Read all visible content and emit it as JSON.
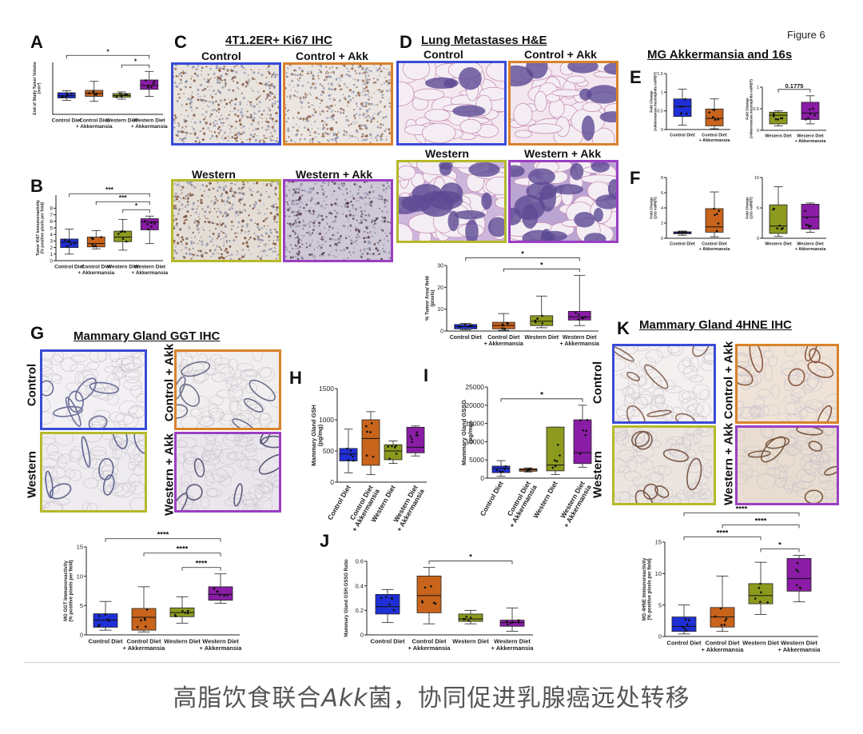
{
  "figure_label": "Figure 6",
  "colors": {
    "control": "#1f2fd6",
    "control_akk": "#c8641b",
    "western": "#8c9a1e",
    "western_akk": "#8a1ca6",
    "frame_control": "#3a4bd6",
    "frame_control_akk": "#d9822b",
    "frame_western": "#b5b92a",
    "frame_western_akk": "#9a3fc4"
  },
  "panels": {
    "A": {
      "letter": "A"
    },
    "B": {
      "letter": "B"
    },
    "C": {
      "letter": "C",
      "title": "4T1.2ER+ Ki67 IHC",
      "labels": [
        "Control",
        "Control + Akk",
        "Western",
        "Western + Akk"
      ]
    },
    "D": {
      "letter": "D",
      "title": "Lung Metastases H&E",
      "labels": [
        "Control",
        "Control + Akk",
        "Western",
        "Western + Akk"
      ]
    },
    "E": {
      "letter": "E",
      "title": "MG Akkermansia and 16s"
    },
    "F": {
      "letter": "F"
    },
    "G": {
      "letter": "G",
      "title": "Mammary Gland GGT IHC",
      "labels": [
        "Control",
        "Control + Akk",
        "Western",
        "Western + Akk"
      ]
    },
    "H": {
      "letter": "H"
    },
    "I": {
      "letter": "I"
    },
    "J": {
      "letter": "J"
    },
    "K": {
      "letter": "K",
      "title": "Mammary Gland 4HNE IHC",
      "labels": [
        "Control",
        "Control + Akk",
        "Western",
        "Western + Akk"
      ]
    }
  },
  "chart_data": [
    {
      "id": "A",
      "type": "box",
      "ylabel": "End of Study Tumor Volume (mm³)",
      "categories": [
        "Control Diet",
        "Control Diet + Akkermansia",
        "Western Diet",
        "Western Diet + Akkermansia"
      ],
      "series": [
        {
          "min": 700,
          "q1": 820,
          "median": 930,
          "q3": 1080,
          "max": 1180
        },
        {
          "min": 650,
          "q1": 900,
          "median": 1050,
          "q3": 1200,
          "max": 1650
        },
        {
          "min": 760,
          "q1": 860,
          "median": 940,
          "q3": 1040,
          "max": 1120
        },
        {
          "min": 900,
          "q1": 1250,
          "median": 1450,
          "q3": 1720,
          "max": 2150
        }
      ],
      "ylim": [
        0,
        2600
      ],
      "ticks": [],
      "sig": [
        {
          "from": 0,
          "to": 3,
          "label": "*"
        },
        {
          "from": 2,
          "to": 3,
          "label": "*"
        }
      ]
    },
    {
      "id": "B",
      "type": "box",
      "ylabel": "Tumor Ki67 Immunoreactivity (% positive pixels per field)",
      "categories": [
        "Control Diet",
        "Control Diet + Akkermansia",
        "Western Diet",
        "Western Diet + Akkermansia"
      ],
      "series": [
        {
          "min": 1.0,
          "q1": 2.0,
          "median": 2.8,
          "q3": 3.3,
          "max": 4.8
        },
        {
          "min": 1.8,
          "q1": 2.1,
          "median": 2.6,
          "q3": 3.6,
          "max": 4.6
        },
        {
          "min": 1.6,
          "q1": 2.9,
          "median": 3.6,
          "q3": 4.5,
          "max": 6.3
        },
        {
          "min": 2.6,
          "q1": 4.7,
          "median": 5.9,
          "q3": 6.4,
          "max": 6.8
        }
      ],
      "ylim": [
        0,
        10
      ],
      "ticks": [
        0,
        1,
        2,
        3,
        4,
        5,
        6,
        7,
        8
      ],
      "sig": [
        {
          "from": 0,
          "to": 3,
          "label": "***"
        },
        {
          "from": 1,
          "to": 3,
          "label": "***"
        },
        {
          "from": 2,
          "to": 3,
          "label": "*"
        }
      ]
    },
    {
      "id": "D",
      "type": "box",
      "ylabel": "% Tumor Area/ field (pixels)",
      "categories": [
        "Control Diet",
        "Control Diet + Akkermansia",
        "Western Diet",
        "Western Diet + Akkermansia"
      ],
      "series": [
        {
          "min": 0.5,
          "q1": 1.0,
          "median": 2.0,
          "q3": 3.0,
          "max": 3.5
        },
        {
          "min": 0.3,
          "q1": 1.0,
          "median": 2.5,
          "q3": 4.0,
          "max": 8.0
        },
        {
          "min": 1.5,
          "q1": 2.5,
          "median": 4.5,
          "q3": 7.0,
          "max": 16.0
        },
        {
          "min": 2.5,
          "q1": 5.0,
          "median": 6.5,
          "q3": 9.0,
          "max": 25.5
        }
      ],
      "ylim": [
        0,
        30
      ],
      "ticks": [
        0,
        10,
        20,
        30
      ],
      "sig": [
        {
          "from": 0,
          "to": 3,
          "label": "*"
        },
        {
          "from": 1,
          "to": 3,
          "label": "*"
        }
      ]
    },
    {
      "id": "E1",
      "type": "box",
      "ylabel": "Fold Change (Akkermansia muciniphila vs/PBT)",
      "categories": [
        "Control Diet",
        "Control Diet + Akkermansia"
      ],
      "series": [
        {
          "min": 0.12,
          "q1": 0.35,
          "median": 0.62,
          "q3": 0.82,
          "max": 1.08
        },
        {
          "min": 0.02,
          "q1": 0.1,
          "median": 0.3,
          "q3": 0.55,
          "max": 0.82
        }
      ],
      "ylim": [
        0,
        1.5
      ],
      "ticks": [
        0,
        0.5,
        1.0,
        1.5
      ],
      "sig": []
    },
    {
      "id": "E2",
      "type": "box",
      "ylabel": "Fold Change (Akkermansia muciniphila vs/PBT)",
      "categories": [
        "Western Diet",
        "Western Diet + Akkermansia"
      ],
      "series": [
        {
          "min": 0.1,
          "q1": 0.15,
          "median": 0.35,
          "q3": 0.42,
          "max": 0.45
        },
        {
          "min": 0.15,
          "q1": 0.25,
          "median": 0.4,
          "q3": 0.65,
          "max": 0.8
        }
      ],
      "ylim": [
        0,
        1.0
      ],
      "ticks": [
        0,
        0.5,
        1.0
      ],
      "sig": [
        {
          "from": 0,
          "to": 1,
          "label": "0.1775"
        }
      ]
    },
    {
      "id": "F1",
      "type": "box",
      "ylabel": "Fold Change (16S vs/PBT)",
      "categories": [
        "Control Diet",
        "Control Diet + Akkermansia"
      ],
      "series": [
        {
          "min": 0.4,
          "q1": 0.6,
          "median": 0.7,
          "q3": 0.85,
          "max": 0.95
        },
        {
          "min": 0.2,
          "q1": 0.8,
          "median": 1.5,
          "q3": 3.9,
          "max": 6.1
        }
      ],
      "ylim": [
        0,
        8
      ],
      "ticks": [
        0,
        2,
        4,
        6,
        8
      ],
      "sig": []
    },
    {
      "id": "F2",
      "type": "box",
      "ylabel": "Fold Change (16S vs/PBT)",
      "categories": [
        "Western Diet",
        "Western Diet + Akkermansia"
      ],
      "series": [
        {
          "min": 0.3,
          "q1": 0.8,
          "median": 2.0,
          "q3": 5.5,
          "max": 8.5
        },
        {
          "min": 1.0,
          "q1": 1.5,
          "median": 3.5,
          "q3": 5.6,
          "max": 5.8
        }
      ],
      "ylim": [
        0,
        10
      ],
      "ticks": [
        0,
        5,
        10
      ],
      "sig": []
    },
    {
      "id": "G",
      "type": "box",
      "ylabel": "MG GGT Immunoreactivity (% positive pixels per field)",
      "categories": [
        "Control Diet",
        "Control Diet + Akkermansia",
        "Western Diet",
        "Western Diet + Akkermansia"
      ],
      "series": [
        {
          "min": 0.8,
          "q1": 1.3,
          "median": 2.5,
          "q3": 3.6,
          "max": 5.7
        },
        {
          "min": 0.5,
          "q1": 0.8,
          "median": 3.0,
          "q3": 4.5,
          "max": 8.2
        },
        {
          "min": 2.0,
          "q1": 3.1,
          "median": 3.8,
          "q3": 4.6,
          "max": 6.5
        },
        {
          "min": 5.4,
          "q1": 5.9,
          "median": 6.9,
          "q3": 8.2,
          "max": 10.4
        }
      ],
      "ylim": [
        0,
        15
      ],
      "ticks": [
        0,
        5,
        10,
        15
      ],
      "sig": [
        {
          "from": 0,
          "to": 3,
          "label": "****"
        },
        {
          "from": 1,
          "to": 3,
          "label": "****"
        },
        {
          "from": 2,
          "to": 3,
          "label": "****"
        }
      ]
    },
    {
      "id": "H",
      "type": "box",
      "ylabel": "Mammary Gland GSH (pg/mg)",
      "categories": [
        "Control Diet",
        "Control Diet + Akkermansia",
        "Western Diet",
        "Western Diet + Akkermansia"
      ],
      "series": [
        {
          "min": 150,
          "q1": 340,
          "median": 450,
          "q3": 540,
          "max": 850
        },
        {
          "min": 120,
          "q1": 270,
          "median": 700,
          "q3": 1000,
          "max": 1130
        },
        {
          "min": 300,
          "q1": 360,
          "median": 500,
          "q3": 600,
          "max": 660
        },
        {
          "min": 420,
          "q1": 470,
          "median": 560,
          "q3": 880,
          "max": 900
        }
      ],
      "ylim": [
        0,
        1500
      ],
      "ticks": [
        0,
        500,
        1000,
        1500
      ],
      "sig": []
    },
    {
      "id": "I",
      "type": "box",
      "ylabel": "Mammary Gland GSSG (pg/mg)",
      "categories": [
        "Control Diet",
        "Control Diet + Akkermansia",
        "Western Diet",
        "Western Diet + Akkermansia"
      ],
      "series": [
        {
          "min": 500,
          "q1": 1500,
          "median": 2700,
          "q3": 3300,
          "max": 4800
        },
        {
          "min": 1700,
          "q1": 1900,
          "median": 2300,
          "q3": 2600,
          "max": 2800
        },
        {
          "min": 1000,
          "q1": 2000,
          "median": 3600,
          "q3": 14000,
          "max": 14000
        },
        {
          "min": 3000,
          "q1": 4000,
          "median": 7000,
          "q3": 16000,
          "max": 20000
        }
      ],
      "ylim": [
        0,
        25000
      ],
      "ticks": [
        0,
        5000,
        10000,
        15000,
        20000,
        25000
      ],
      "sig": [
        {
          "from": 0,
          "to": 3,
          "label": "*"
        }
      ]
    },
    {
      "id": "J",
      "type": "box",
      "ylabel": "Mammary Gland GSH:GSSG Ratio",
      "categories": [
        "Control Diet",
        "Control Diet + Akkermansia",
        "Western Diet",
        "Western Diet + Akkermansia"
      ],
      "series": [
        {
          "min": 0.1,
          "q1": 0.17,
          "median": 0.23,
          "q3": 0.33,
          "max": 0.37
        },
        {
          "min": 0.09,
          "q1": 0.18,
          "median": 0.32,
          "q3": 0.48,
          "max": 0.55
        },
        {
          "min": 0.09,
          "q1": 0.11,
          "median": 0.13,
          "q3": 0.17,
          "max": 0.2
        },
        {
          "min": 0.03,
          "q1": 0.07,
          "median": 0.1,
          "q3": 0.12,
          "max": 0.22
        }
      ],
      "ylim": [
        0,
        0.6
      ],
      "ticks": [
        0,
        0.2,
        0.4,
        0.6
      ],
      "sig": [
        {
          "from": 1,
          "to": 3,
          "label": "*"
        }
      ]
    },
    {
      "id": "K",
      "type": "box",
      "ylabel": "MG 4HNE Immunoreactivity (% positive pixels per field)",
      "categories": [
        "Control Diet",
        "Control Diet + Akkermansia",
        "Western Diet",
        "Western Diet + Akkermansia"
      ],
      "series": [
        {
          "min": 0.4,
          "q1": 0.8,
          "median": 1.6,
          "q3": 3.1,
          "max": 5.0
        },
        {
          "min": 0.8,
          "q1": 1.5,
          "median": 3.1,
          "q3": 4.6,
          "max": 9.6
        },
        {
          "min": 3.5,
          "q1": 5.2,
          "median": 6.5,
          "q3": 8.4,
          "max": 11.8
        },
        {
          "min": 5.5,
          "q1": 7.2,
          "median": 9.2,
          "q3": 12.4,
          "max": 12.9
        }
      ],
      "ylim": [
        0,
        15
      ],
      "ticks": [
        0,
        5,
        10,
        15
      ],
      "sig": [
        {
          "from": 0,
          "to": 2,
          "label": "****"
        },
        {
          "from": 0,
          "to": 3,
          "label": "****"
        },
        {
          "from": 1,
          "to": 3,
          "label": "****"
        },
        {
          "from": 2,
          "to": 3,
          "label": "*"
        }
      ]
    }
  ],
  "caption": {
    "pre": "高脂饮食联合",
    "italic": "Akk",
    "post": "菌，协同促进乳腺癌远处转移"
  }
}
